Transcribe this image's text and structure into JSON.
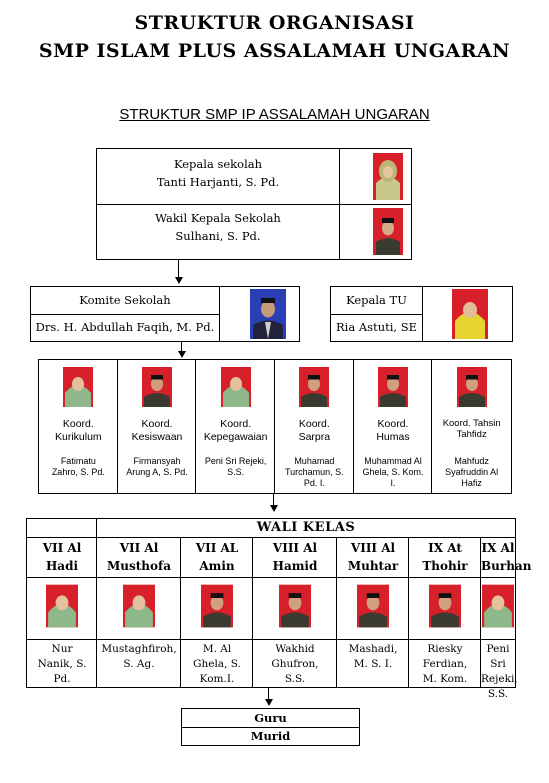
{
  "header": {
    "title_line1": "STRUKTUR ORGANISASI",
    "title_line2": "SMP ISLAM PLUS ASSALAMAH UNGARAN",
    "subtitle": "STRUKTUR SMP IP ASSALAMAH UNGARAN"
  },
  "kepala_sekolah": {
    "role": "Kepala sekolah",
    "name": "Tanti Harjanti,  S. Pd."
  },
  "wakil": {
    "role": "Wakil Kepala Sekolah",
    "name": "Sulhani, S. Pd."
  },
  "komite": {
    "role": "Komite Sekolah",
    "name": "Drs. H. Abdullah Faqih, M. Pd."
  },
  "kepala_tu": {
    "role": "Kepala TU",
    "name": "Ria Astuti, SE"
  },
  "koordinator": [
    {
      "role_line1": "Koord.",
      "role_line2": "Kurikulum",
      "name_line1": "Fatimatu",
      "name_line2": "Zahro, S. Pd.",
      "name_line3": ""
    },
    {
      "role_line1": "Koord.",
      "role_line2": "Kesiswaan",
      "name_line1": "Firmansyah",
      "name_line2": "Arung A, S. Pd.",
      "name_line3": ""
    },
    {
      "role_line1": "Koord.",
      "role_line2": "Kepegawaian",
      "name_line1": "Peni Sri Rejeki,",
      "name_line2": "S.S.",
      "name_line3": ""
    },
    {
      "role_line1": "Koord.",
      "role_line2": "Sarpra",
      "name_line1": "Muhamad",
      "name_line2": "Turchamun, S.",
      "name_line3": "Pd. I."
    },
    {
      "role_line1": "Koord.",
      "role_line2": "Humas",
      "name_line1": "Muhammad Al",
      "name_line2": "Ghela, S. Kom.",
      "name_line3": "I."
    },
    {
      "role_line1": "Koord. Tahsin",
      "role_line2": "Tahfidz",
      "name_line1": "Mahfudz",
      "name_line2": "Syafruddin Al",
      "name_line3": "Hafiz"
    }
  ],
  "wali_kelas": {
    "heading": "WALI KELAS",
    "classes": [
      {
        "class_line1": "VII Al",
        "class_line2": "Hadi",
        "name_line1": "Nur",
        "name_line2": "Nanik, S.",
        "name_line3": "Pd."
      },
      {
        "class_line1": "VII Al",
        "class_line2": "Musthofa",
        "name_line1": "Mustaghfiroh,",
        "name_line2": "S. Ag.",
        "name_line3": ""
      },
      {
        "class_line1": "VII AL",
        "class_line2": "Amin",
        "name_line1": "M. Al",
        "name_line2": "Ghela, S.",
        "name_line3": "Kom.I."
      },
      {
        "class_line1": "VIII Al",
        "class_line2": "Hamid",
        "name_line1": "Wakhid",
        "name_line2": "Ghufron,",
        "name_line3": "S.S."
      },
      {
        "class_line1": "VIII Al",
        "class_line2": "Muhtar",
        "name_line1": "Mashadi,",
        "name_line2": "M. S. I.",
        "name_line3": ""
      },
      {
        "class_line1": "IX At",
        "class_line2": "Thohir",
        "name_line1": "Riesky",
        "name_line2": "Ferdian,",
        "name_line3": "M. Kom."
      },
      {
        "class_line1": "IX Al",
        "class_line2": "Burhan",
        "name_line1": "Peni Sri",
        "name_line2": "Rejeki,",
        "name_line3": "S.S."
      }
    ]
  },
  "bottom": {
    "guru": "Guru",
    "murid": "Murid"
  }
}
